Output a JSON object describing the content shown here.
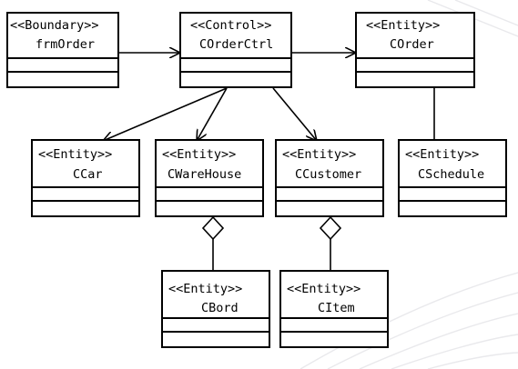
{
  "classes": {
    "frmorder": {
      "stereotype": "<<Boundary>>",
      "name": "frmOrder"
    },
    "corderctrl": {
      "stereotype": "<<Control>>",
      "name": "COrderCtrl"
    },
    "corder": {
      "stereotype": "<<Entity>>",
      "name": "COrder"
    },
    "ccar": {
      "stereotype": "<<Entity>>",
      "name": "CCar"
    },
    "cwarehouse": {
      "stereotype": "<<Entity>>",
      "name": "CWareHouse"
    },
    "ccustomer": {
      "stereotype": "<<Entity>>",
      "name": "CCustomer"
    },
    "cschedule": {
      "stereotype": "<<Entity>>",
      "name": "CSchedule"
    },
    "cbord": {
      "stereotype": "<<Entity>>",
      "name": "CBord"
    },
    "citem": {
      "stereotype": "<<Entity>>",
      "name": "CItem"
    }
  },
  "relations": [
    {
      "from": "frmOrder",
      "to": "COrderCtrl",
      "kind": "navigable-association"
    },
    {
      "from": "COrderCtrl",
      "to": "COrder",
      "kind": "navigable-association"
    },
    {
      "from": "COrderCtrl",
      "to": "CCar",
      "kind": "navigable-association"
    },
    {
      "from": "COrderCtrl",
      "to": "CWareHouse",
      "kind": "navigable-association"
    },
    {
      "from": "COrderCtrl",
      "to": "CCustomer",
      "kind": "navigable-association"
    },
    {
      "from": "COrder",
      "to": "CSchedule",
      "kind": "association"
    },
    {
      "from": "CWareHouse",
      "to": "CBord",
      "kind": "aggregation"
    },
    {
      "from": "CCustomer",
      "to": "CItem",
      "kind": "aggregation"
    }
  ],
  "colors": {
    "line": "#000000",
    "background": "#ffffff",
    "watermark": "#e9e9ec"
  }
}
